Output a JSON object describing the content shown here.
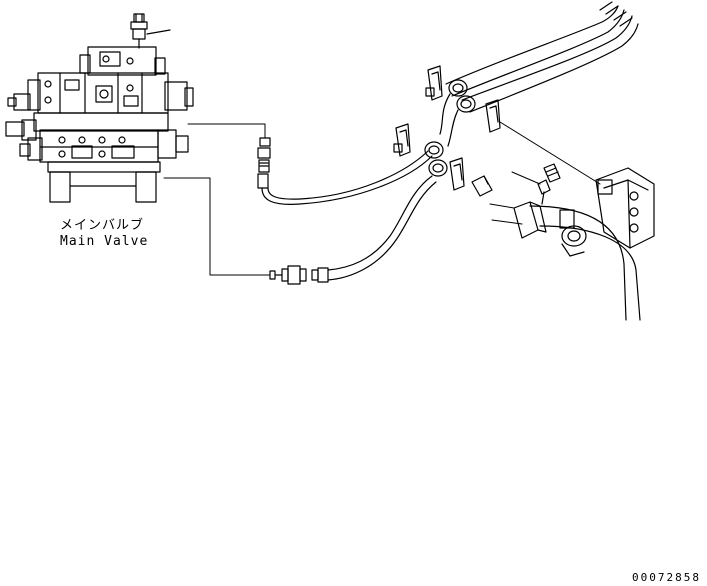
{
  "labels": {
    "main_valve_jp": "メインバルブ",
    "main_valve_en": "Main Valve"
  },
  "drawing_number": "00072858",
  "colors": {
    "ink": "#000000",
    "paper": "#ffffff"
  }
}
